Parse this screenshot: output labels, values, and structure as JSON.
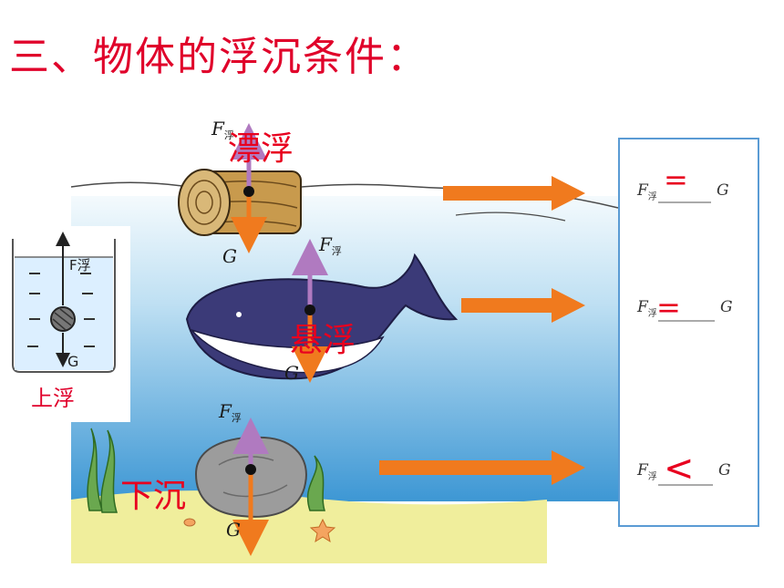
{
  "heading": "三、物体的浮沉条件：",
  "states": {
    "float": "漂浮",
    "suspend": "悬浮",
    "sink": "下沉",
    "rise": "上浮"
  },
  "forces": {
    "buoyant_symbol": "F",
    "buoyant_subscript": "浮",
    "gravity": "G"
  },
  "conditions": [
    {
      "lhs": "F",
      "sub": "浮",
      "relation": "=",
      "rhs": "G"
    },
    {
      "lhs": "F",
      "sub": "浮",
      "relation": "=",
      "rhs": "G"
    },
    {
      "lhs": "F",
      "sub": "浮",
      "relation": "<",
      "rhs": "G"
    }
  ],
  "beaker": {
    "buoyant_label": "F浮",
    "gravity_label": "G",
    "caption": "上浮"
  },
  "colors": {
    "heading_red": "#e0002a",
    "arrow_orange": "#f07a1e",
    "water_top": "#e8f4fb",
    "water_bottom": "#3f9ad6",
    "sand": "#f0ee9c",
    "box_border": "#5a9bd4",
    "buoyant_arrow": "#b07ac0",
    "gravity_arrow": "#f07a1e"
  }
}
